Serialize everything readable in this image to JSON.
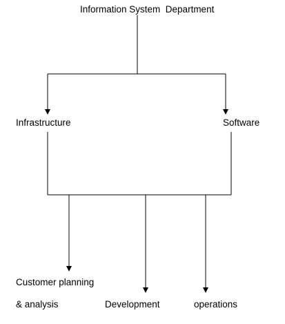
{
  "nodes": {
    "root": {
      "label": "Information System  Department"
    },
    "infrastructure": {
      "label": "Infrastructure"
    },
    "software": {
      "label": "Software"
    },
    "customer_planning": {
      "line1": "Customer planning",
      "line2": "& analysis"
    },
    "development": {
      "label": "Development"
    },
    "operations": {
      "label": "operations"
    }
  },
  "colors": {
    "line": "#000000",
    "text": "#000000",
    "background": "#ffffff"
  }
}
